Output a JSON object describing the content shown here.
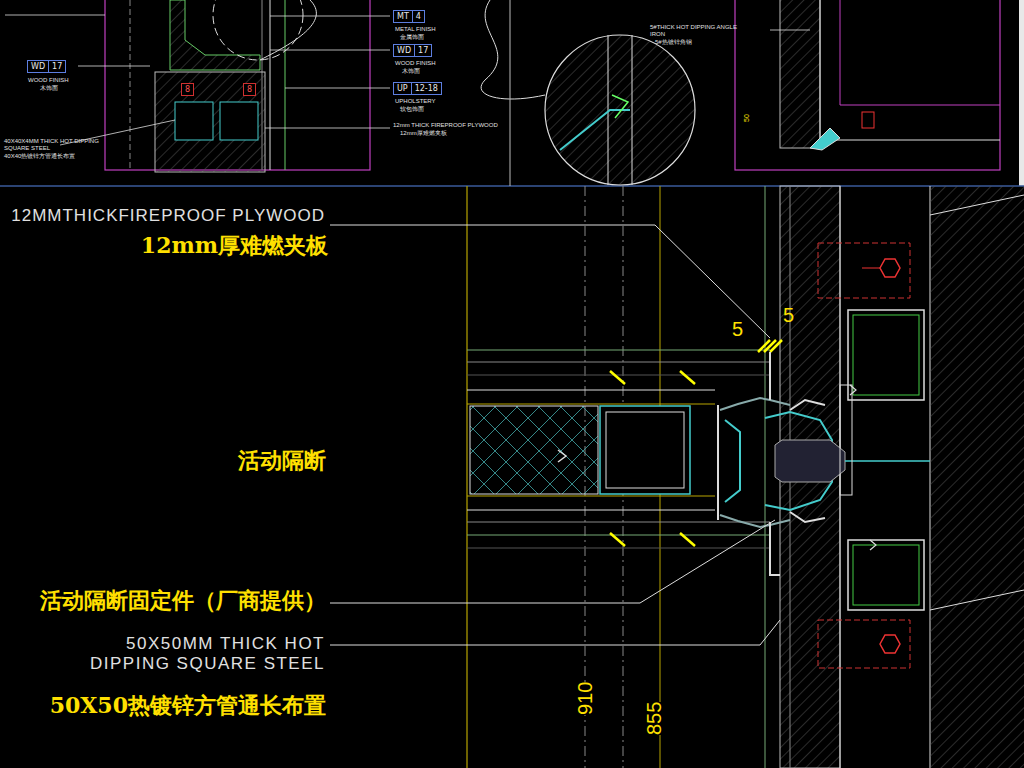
{
  "diagram": {
    "nodes": [
      {
        "text": [
          "MT",
          "4"
        ]
      },
      {
        "text": [
          "WD",
          "17"
        ]
      },
      {
        "text": [
          "WD",
          "17"
        ]
      },
      {
        "text": [
          "8"
        ]
      },
      {
        "text": [
          "8"
        ]
      },
      {
        "text": [
          "UP",
          "12-18"
        ]
      }
    ],
    "labels": [
      "WOOD FINISH",
      "木饰面",
      "METAL FINISH",
      "金属饰面",
      "WOOD FINISH",
      "木饰面",
      "UPHOLSTERY",
      "软包饰面",
      "12mm THICK FIREPROOF PLYWOOD",
      "12mm厚难燃夹板",
      "40X40X4MM THICK HOT DIPPING SQUARE STEEL",
      "40X40热镀锌方管通长布置",
      "5#THICK HOT DIPPING ANGLE IRON",
      "5#热镀锌角钢",
      "50",
      "12MMTHICKFIREPROOF PLYWOOD",
      "12mm厚难燃夹板",
      "5",
      "5",
      "活动隔断",
      "活动隔断固定件（厂商提供）",
      "50X50MM THICK HOT DIPPING SQUARE STEEL",
      "50X50热镀锌方管通长布置",
      "910",
      "855"
    ]
  }
}
